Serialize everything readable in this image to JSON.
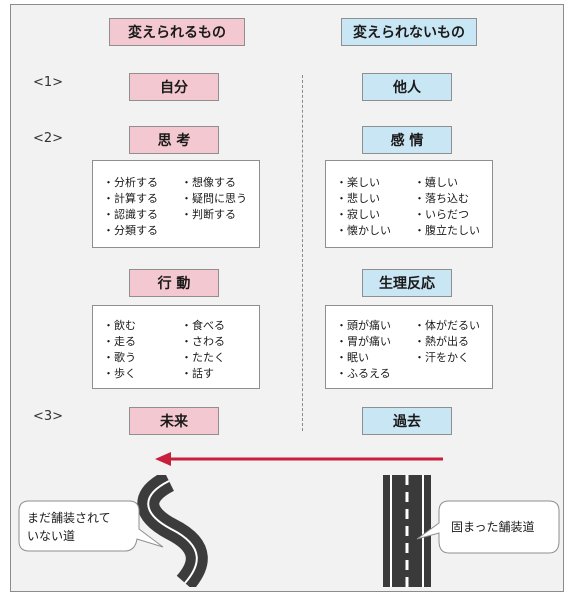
{
  "headers": {
    "left": "変えられるもの",
    "right": "変えられないもの"
  },
  "markers": [
    "<1>",
    "<2>",
    "<3>"
  ],
  "row1": {
    "left": "自分",
    "right": "他人"
  },
  "row2": {
    "left": "思 考",
    "right": "感 情"
  },
  "row3": {
    "left": "行 動",
    "right": "生理反応"
  },
  "row4": {
    "left": "未来",
    "right": "過去"
  },
  "lists": {
    "thinking": [
      "・分析する",
      "・計算する",
      "・認識する",
      "・分類する",
      "・想像する",
      "・疑問に思う",
      "・判断する"
    ],
    "emotion": [
      "・楽しい",
      "・悲しい",
      "・寂しい",
      "・懐かしい",
      "・嬉しい",
      "・落ち込む",
      "・いらだつ",
      "・腹立たしい"
    ],
    "action": [
      "・飲む",
      "・走る",
      "・歌う",
      "・歩く",
      "・食べる",
      "・さわる",
      "・たたく",
      "・話す"
    ],
    "physio": [
      "・頭が痛い",
      "・胃が痛い",
      "・眠い",
      "・ふるえる",
      "・体がだるい",
      "・熱が出る",
      "・汗をかく"
    ]
  },
  "callouts": {
    "left_line1": "まだ舗装されて",
    "left_line2": "いない道",
    "right": "固まった舗装道"
  },
  "colors": {
    "pink": "#f4c8d0",
    "blue": "#c9e6f4",
    "arrow": "#c8203c"
  }
}
